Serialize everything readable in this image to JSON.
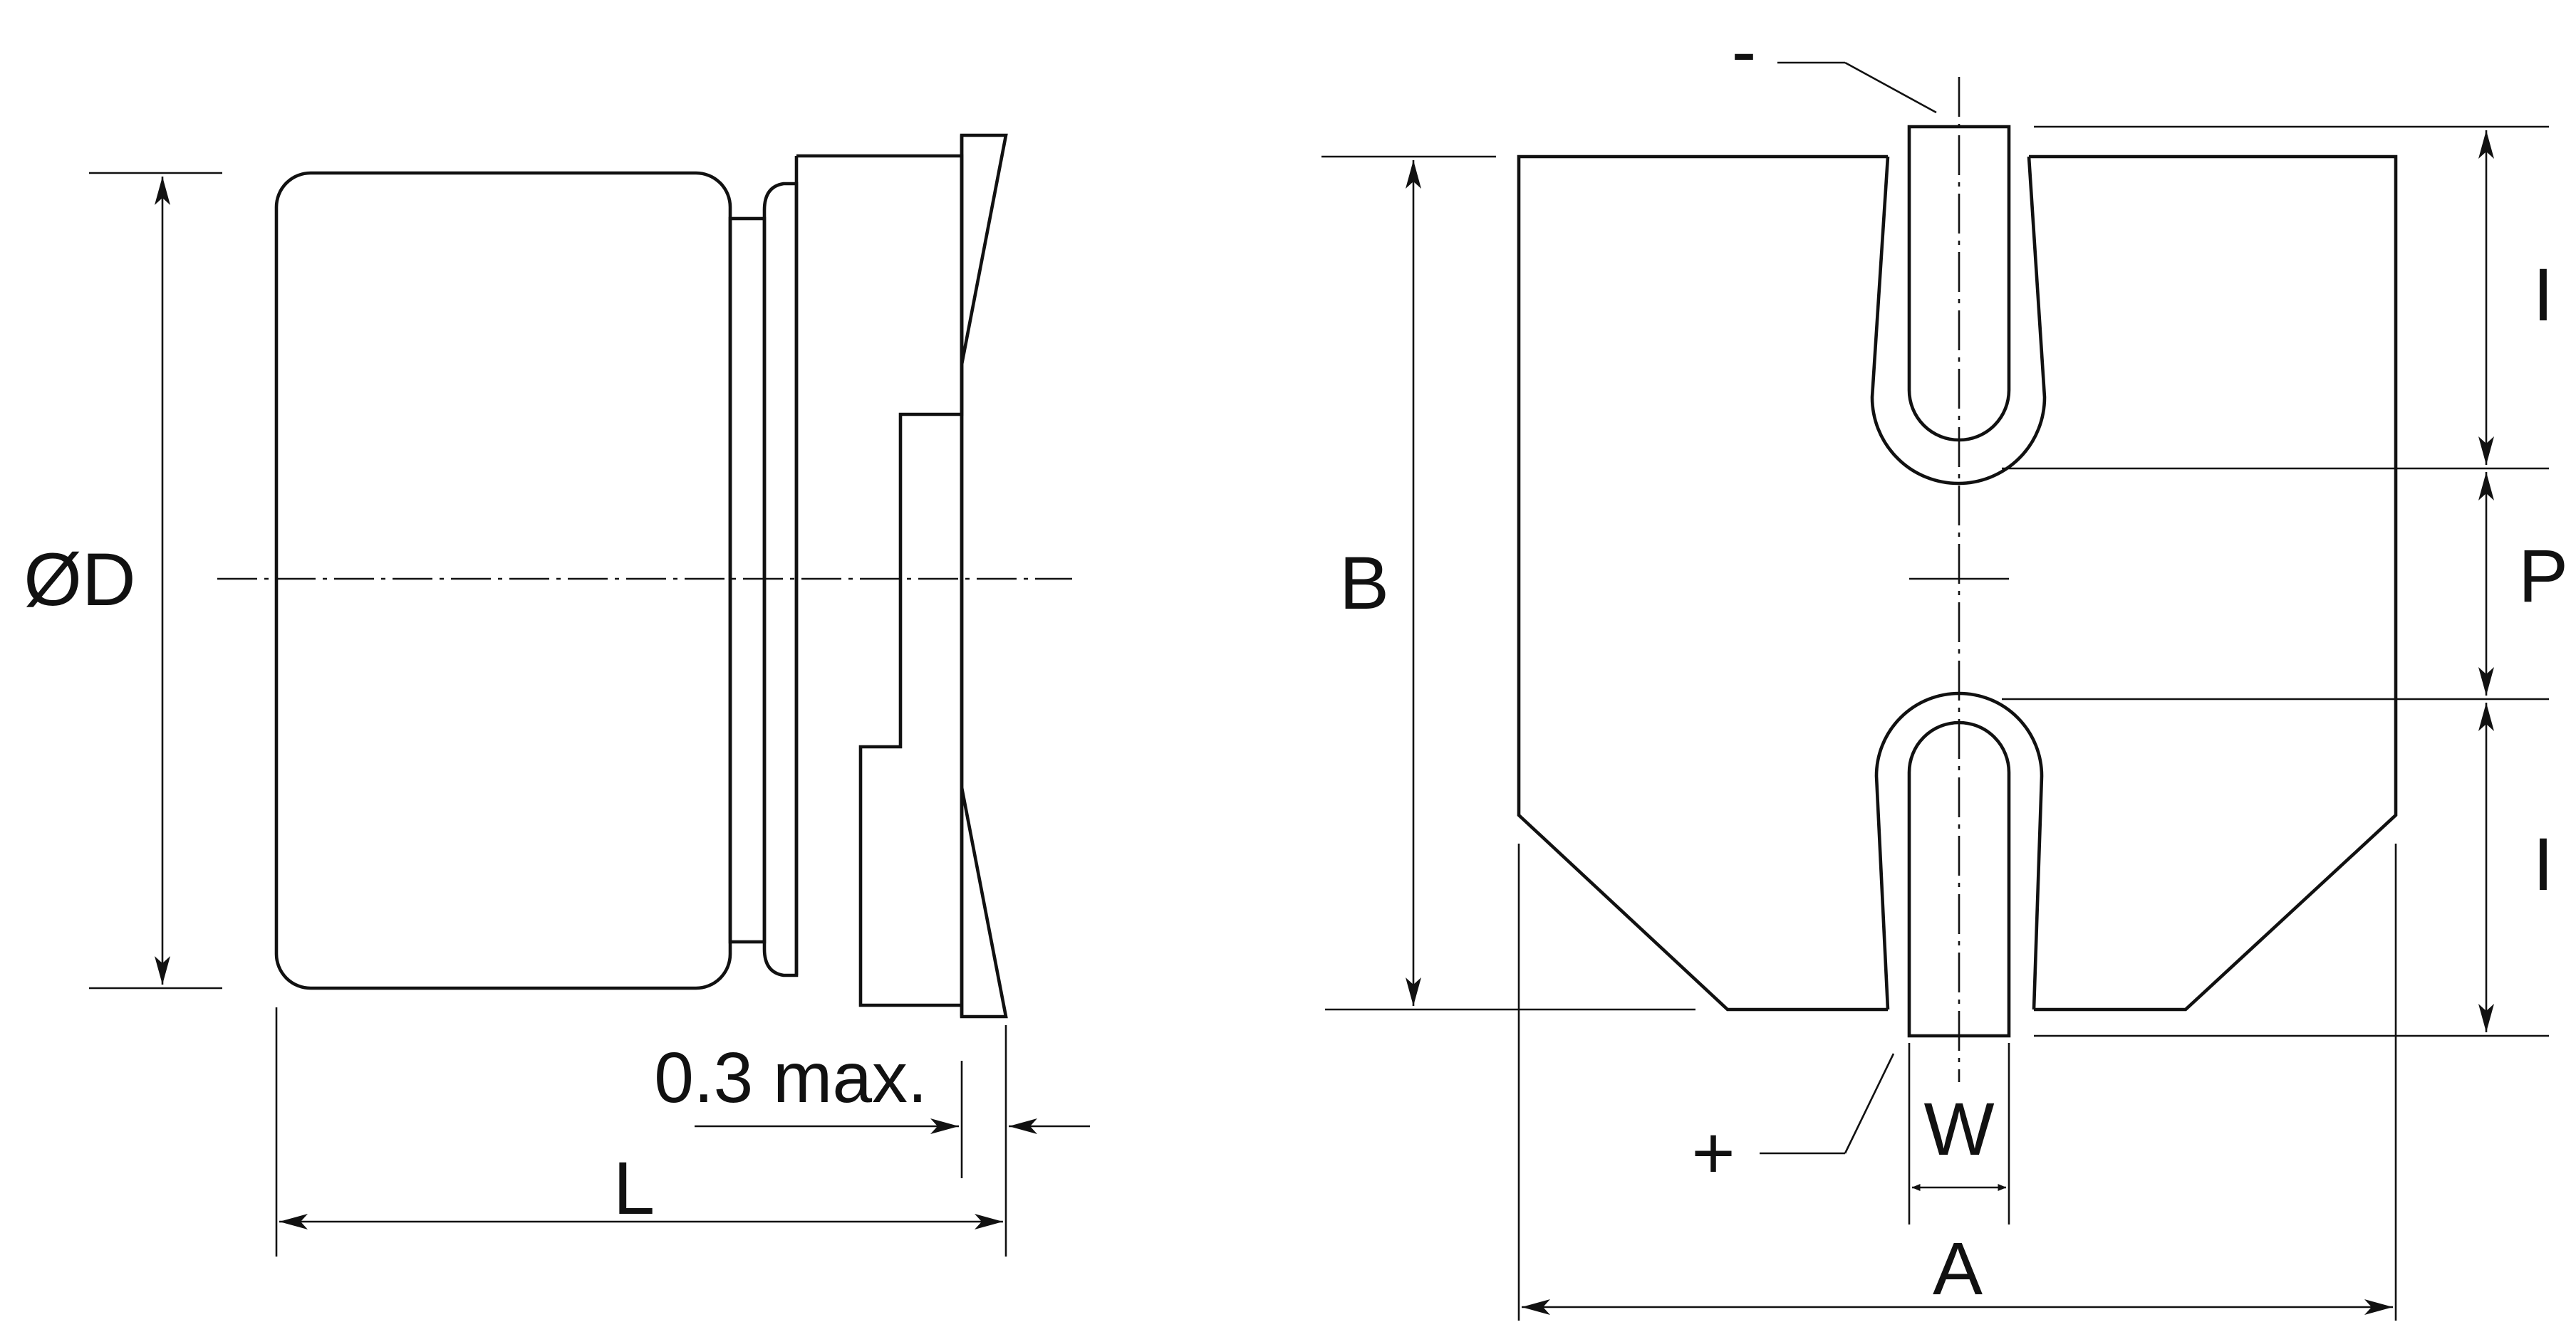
{
  "labels": {
    "diameter": "ØD",
    "length": "L",
    "tolerance": "0.3 max.",
    "height_b": "B",
    "width_a": "A",
    "terminal_width": "W",
    "terminal_length_top": "I",
    "terminal_length_bottom": "I",
    "pitch": "P",
    "negative": "-",
    "positive": "+"
  },
  "colors": {
    "line": "#111111",
    "background": "#ffffff"
  }
}
